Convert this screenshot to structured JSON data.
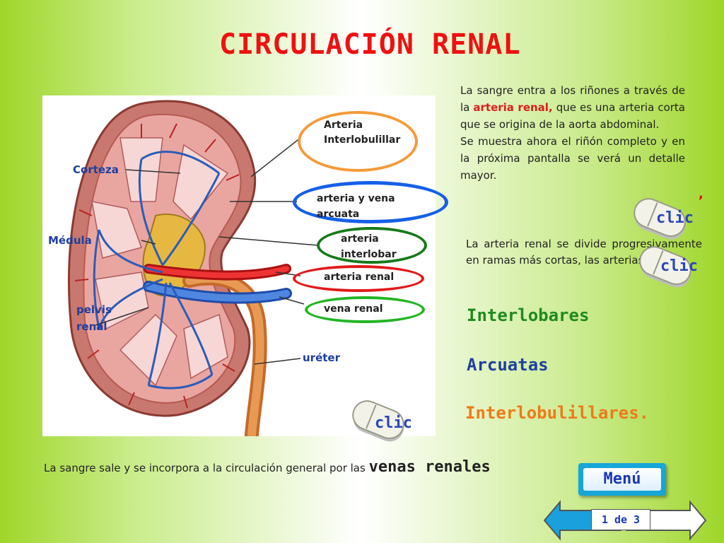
{
  "title": "CIRCULACIÓN RENAL",
  "figure": {
    "labels": {
      "corteza": "Corteza",
      "medula": "Médula",
      "pelvis_1": "pelvis",
      "pelvis_2": "renal",
      "ureter": "uréter"
    },
    "callouts": [
      {
        "line1": "Arteria",
        "line2": "Interlobulillar",
        "color": "#f59a3a"
      },
      {
        "line1": "arteria y vena",
        "line2": "arcuata",
        "color": "#1560e8"
      },
      {
        "line1": "arteria",
        "line2": "interlobar",
        "color": "#167a1a"
      },
      {
        "line1": "arteria renal",
        "line2": "",
        "color": "#e31919"
      },
      {
        "line1": "vena renal",
        "line2": "",
        "color": "#22b522"
      }
    ]
  },
  "intro": {
    "part1": "La sangre entra a los riñones a través de la",
    "highlight": "arteria renal,",
    "part2": "que es una arteria corta que se origina de la aorta abdominal.",
    "part3": "Se muestra ahora el riñón completo y en la próxima pantalla se verá un detalle mayor."
  },
  "divide_text": "La arteria renal se divide progresivamente en ramas más cortas, las arterias",
  "arteries": [
    {
      "label": "Interlobares",
      "color": "#1f8a1f"
    },
    {
      "label": "Arcuatas",
      "color": "#1f3f9f"
    },
    {
      "label": "Interlobulillares.",
      "color": "#ee7a1a"
    }
  ],
  "bottom": {
    "text": "La sangre sale y se incorpora a la circulación general por las",
    "emphasis": "venas renales"
  },
  "clic_label": "clic",
  "menu_label": "Menú",
  "page_indicator": "1 de 3"
}
